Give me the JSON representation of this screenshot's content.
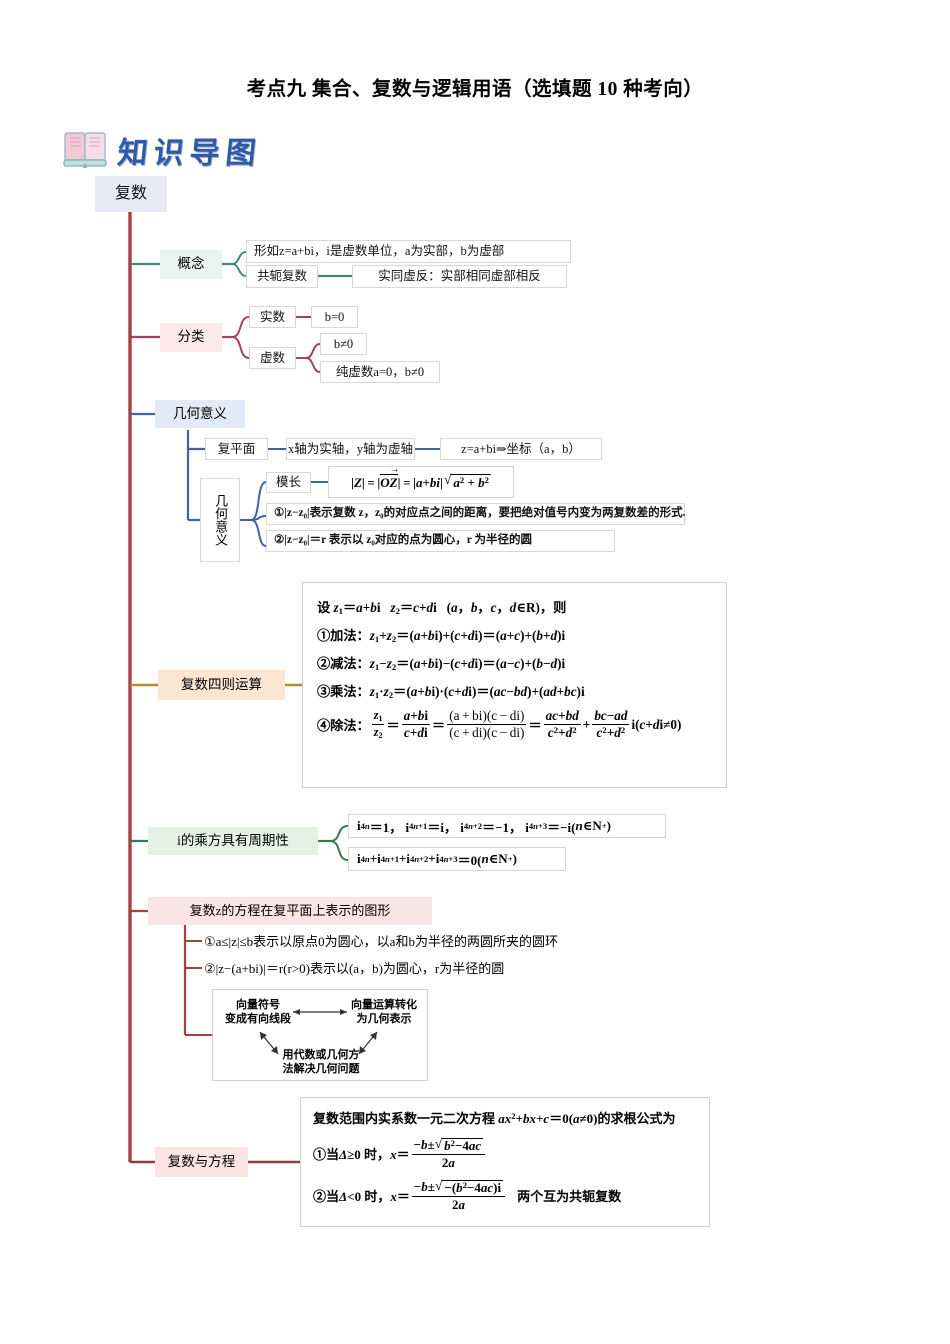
{
  "doc": {
    "title": "考点九 集合、复数与逻辑用语（选填题 10 种考向）",
    "logo_text": "知识导图",
    "logo_icon": "open-book-icon"
  },
  "mindmap": {
    "root": "复数",
    "branches": {
      "concept": {
        "label": "概念",
        "items": [
          "形如z=a+bi，i是虚数单位，a为实部，b为虚部",
          "共轭复数",
          "实同虚反：实部相同虚部相反"
        ]
      },
      "classification": {
        "label": "分类",
        "real": "实数",
        "real_cond": "b=0",
        "imag": "虚数",
        "imag_cond1": "b≠0",
        "imag_cond2": "纯虚数a=0，b≠0"
      },
      "geometry": {
        "label": "几何意义",
        "plane_label": "复平面",
        "plane_axes": "x轴为实轴，y轴为虚轴",
        "plane_coord": "z=a+bi⇒坐标（a，b）",
        "sub_label": "几何意义",
        "modulus_label": "模长",
        "modulus_formula": "|Z| = |OZ| = |a+bi| √(a²+b²)",
        "note1": "①|z−z₀|表示复数 z，z₀的对应点之间的距离，要把绝对值号内变为两复数差的形式.",
        "note2": "②|z−z₀|＝r 表示以 z₀对应的点为圆心，r 为半径的圆"
      },
      "operations": {
        "label": "复数四则运算",
        "setup": "设 z₁＝a+bi　z₂＝c+di　（a，b，c，d∈R），则",
        "add": "①加法：z₁+z₂＝(a+bi)+(c+di)＝(a+c)+(b+d)i",
        "sub": "②减法：z₁−z₂＝(a+bi)−(c+di)＝(a−c)+(b−d)i",
        "mul": "③乘法：z₁·z₂＝(a+bi)·(c+di)＝(ac−bd)+(ad+bc)i",
        "div": "④除法：z₁/z₂＝(a+bi)/(c+di)＝(a+bi)(c−di)/((c+di)(c−di))＝(ac+bd)/(c²+d²)+(bc−ad)/(c²+d²)i(c+di≠0)"
      },
      "power": {
        "label": "i的乘方具有周期性",
        "formula1": "i⁴ⁿ＝1，i⁴ⁿ⁺¹＝i，i⁴ⁿ⁺²＝−1，i⁴ⁿ⁺³＝−i(n∈N*)",
        "formula2": "i⁴ⁿ+i⁴ⁿ⁺¹+i⁴ⁿ⁺²+i⁴ⁿ⁺³＝0(n∈N*)"
      },
      "shapes": {
        "label": "复数z的方程在复平面上表示的图形",
        "item1": "①a≤|z|≤b表示以原点0为圆心，以a和b为半径的两圆所夹的圆环",
        "item2": "②|z−(a+bi)|＝r(r>0)表示以(a，b)为圆心，r为半径的圆",
        "triangle": {
          "left": "向量符号\n变成有向线段",
          "right": "向量运算转化\n为几何表示",
          "bottom": "用代数或几何方\n法解决几何问题"
        }
      },
      "equation": {
        "label": "复数与方程",
        "header": "复数范围内实系数一元二次方程 ax²+bx+c＝0(a≠0)的求根公式为",
        "case1": "①当Δ≥0 时，x＝(−b±√(b²−4ac))/(2a)",
        "case2": "②当Δ<0 时，x＝(−b±√(−(b²−4ac))i)/(2a)",
        "case2_note": "两个互为共轭复数"
      }
    }
  },
  "colors": {
    "trunk": "#a6413f",
    "concept": "#3f8a7d",
    "classification": "#a6415a",
    "geometry": "#3f63a6",
    "operations": "#b78a33",
    "power": "#2f7a4e",
    "shapes": "#a6413f",
    "equation": "#8e3f3f",
    "logo": "#2f5aa8"
  }
}
